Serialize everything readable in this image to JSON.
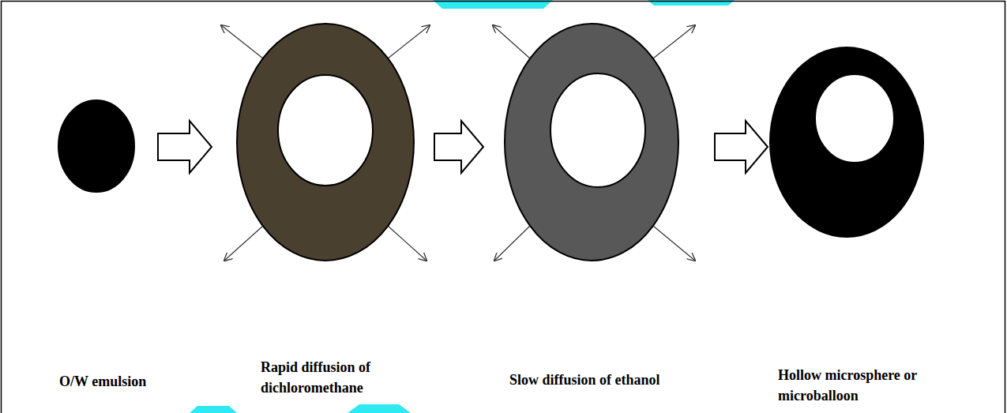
{
  "diagram": {
    "nodes": [
      {
        "text": [
          "O/W emulsion"
        ]
      },
      {
        "text": [
          "Rapid diffusion of dichloromethane"
        ]
      },
      {
        "text": [
          "Slow diffusion of ethanol"
        ]
      },
      {
        "text": [
          "Hollow microsphere or microballoon"
        ]
      }
    ],
    "edges": [
      {
        "from": 0,
        "to": 1,
        "arrow": "to"
      },
      {
        "from": 1,
        "to": 2,
        "arrow": "to"
      },
      {
        "from": 2,
        "to": 3,
        "arrow": "to"
      }
    ]
  }
}
